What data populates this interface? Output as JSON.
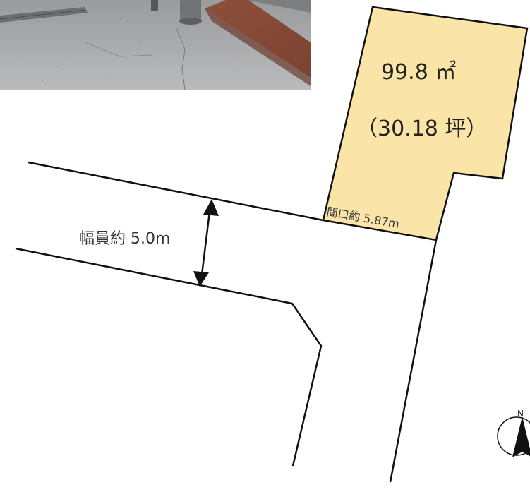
{
  "site_plan": {
    "area_sqm": "99.8 ㎡",
    "area_tsubo": "（30.18 坪）",
    "frontage_label": "間口約 5.87m",
    "road_width_label": "幅員約 5.0m",
    "north_label": "N"
  },
  "colors": {
    "lot_fill": "#fae4a8",
    "line": "#111111"
  }
}
